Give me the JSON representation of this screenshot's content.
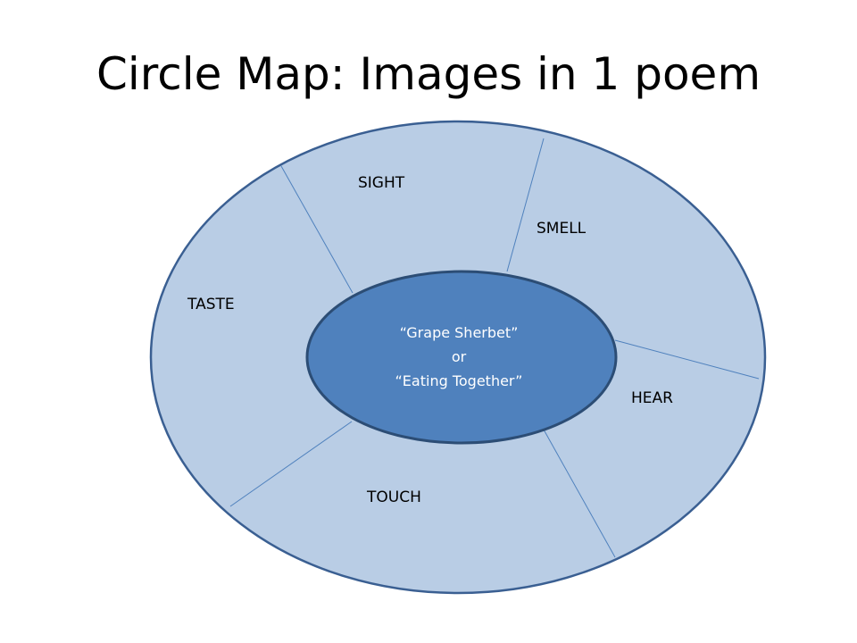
{
  "slide": {
    "title": "Circle Map: Images in 1 poem"
  },
  "circle_map": {
    "center": {
      "line1": "“Grape Sherbet”",
      "line2": "or",
      "line3": "“Eating Together”"
    },
    "senses": {
      "sight": "SIGHT",
      "smell": "SMELL",
      "taste": "TASTE",
      "hear": "HEAR",
      "touch": "TOUCH"
    },
    "colors": {
      "outer_fill": "#b9cde5",
      "outer_stroke": "#3a5f92",
      "inner_fill": "#4f81bd",
      "inner_stroke": "#2c4d75",
      "divider": "#4f81bd"
    }
  }
}
